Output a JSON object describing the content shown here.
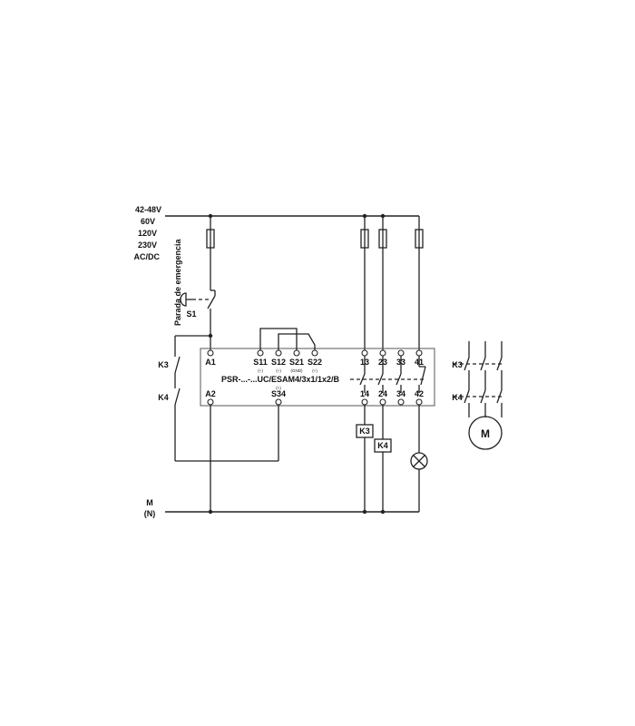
{
  "supply": {
    "lines": [
      "42-48V",
      "60V",
      "120V",
      "230V",
      "AC/DC"
    ]
  },
  "ground": {
    "m": "M",
    "n": "(N)"
  },
  "estop": {
    "vertical_label": "Parada de emergencia",
    "id": "S1"
  },
  "relay": {
    "model": "PSR-...-...UC/ESAM4/3x1/1x2/B",
    "top_terms": [
      "A1",
      "S11",
      "S12",
      "S21",
      "S22",
      "13",
      "23",
      "33",
      "41"
    ],
    "top_sub": [
      "(+)",
      "(+)",
      "(GND)",
      "(+)"
    ],
    "bottom_terms": [
      "A2",
      "S34",
      "14",
      "24",
      "34",
      "42"
    ],
    "s34_mark": "(+)"
  },
  "contacts": {
    "left": [
      "K3",
      "K4"
    ],
    "right": [
      "K3",
      "K4"
    ]
  },
  "coils": [
    "K3",
    "K4"
  ],
  "motor": "M"
}
